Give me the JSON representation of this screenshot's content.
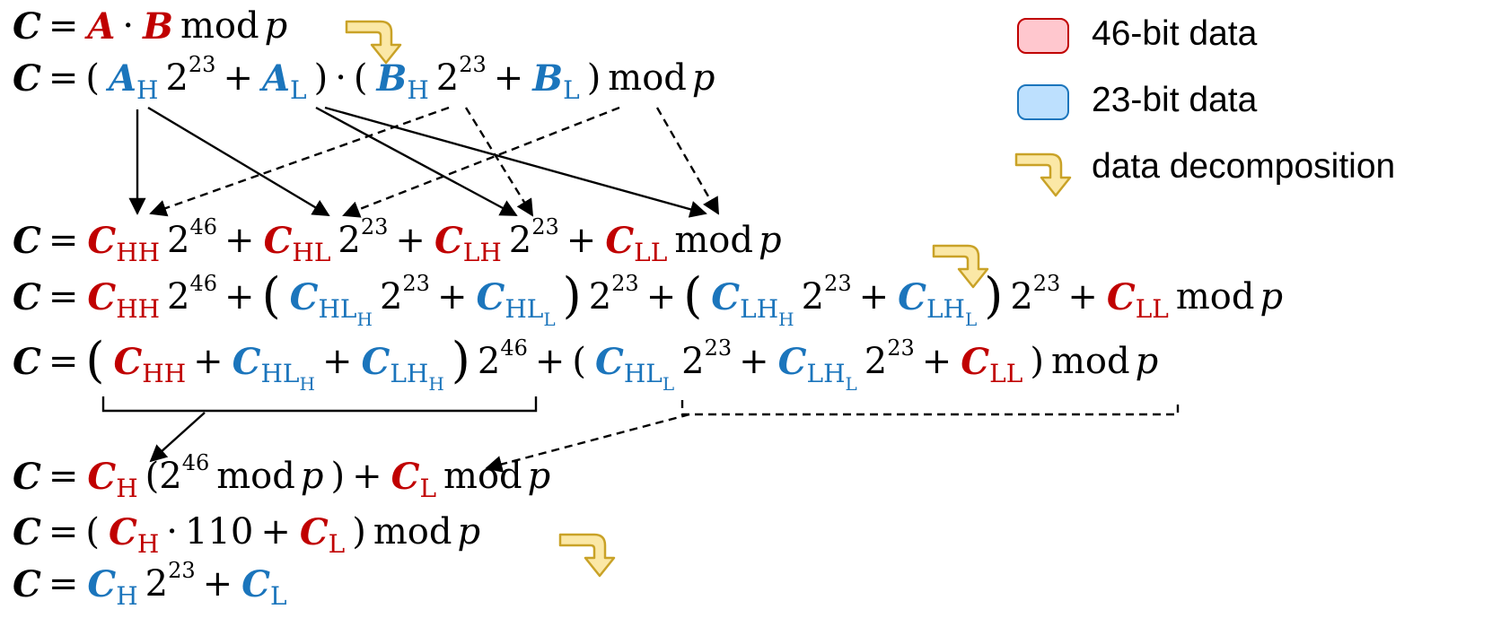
{
  "colors": {
    "red": "#C00000",
    "blue": "#1B75BC",
    "black": "#000000",
    "arrow_fill": "#FBE8A6",
    "arrow_stroke": "#C9A227"
  },
  "legend": [
    {
      "label": "46-bit data",
      "fill": "#FFC7CE",
      "stroke": "#C00000"
    },
    {
      "label": "23-bit data",
      "fill": "#BDE0FE",
      "stroke": "#1B75BC"
    },
    {
      "label": "data decomposition",
      "icon": "decomposition-arrow-icon"
    }
  ],
  "equations": [
    [
      {
        "t": "C",
        "s": "b"
      },
      {
        "t": "=",
        "s": "n"
      },
      {
        "t": "A",
        "s": "b",
        "c": "red"
      },
      {
        "t": "·",
        "s": "n"
      },
      {
        "t": "B",
        "s": "b",
        "c": "red"
      },
      {
        "t": "mod",
        "s": "n"
      },
      {
        "t": "p",
        "s": "it"
      }
    ],
    [
      {
        "t": "C",
        "s": "b"
      },
      {
        "t": "=",
        "s": "n"
      },
      {
        "t": "(",
        "s": "n"
      },
      {
        "t": "A",
        "s": "b",
        "c": "blue"
      },
      {
        "t": "H",
        "s": "sub",
        "c": "blue"
      },
      {
        "t": "2",
        "s": "n"
      },
      {
        "t": "23",
        "s": "sup"
      },
      {
        "t": "+",
        "s": "n"
      },
      {
        "t": "A",
        "s": "b",
        "c": "blue"
      },
      {
        "t": "L",
        "s": "sub",
        "c": "blue"
      },
      {
        "t": ")",
        "s": "n"
      },
      {
        "t": "·",
        "s": "n"
      },
      {
        "t": "(",
        "s": "n"
      },
      {
        "t": "B",
        "s": "b",
        "c": "blue"
      },
      {
        "t": "H",
        "s": "sub",
        "c": "blue"
      },
      {
        "t": "2",
        "s": "n"
      },
      {
        "t": "23",
        "s": "sup"
      },
      {
        "t": "+",
        "s": "n"
      },
      {
        "t": "B",
        "s": "b",
        "c": "blue"
      },
      {
        "t": "L",
        "s": "sub",
        "c": "blue"
      },
      {
        "t": ")",
        "s": "n"
      },
      {
        "t": "mod",
        "s": "n"
      },
      {
        "t": "p",
        "s": "it"
      }
    ],
    [
      {
        "t": "C",
        "s": "b"
      },
      {
        "t": "=",
        "s": "n"
      },
      {
        "t": "C",
        "s": "b",
        "c": "red"
      },
      {
        "t": "HH",
        "s": "sub",
        "c": "red"
      },
      {
        "t": "2",
        "s": "n"
      },
      {
        "t": "46",
        "s": "sup"
      },
      {
        "t": "+",
        "s": "n"
      },
      {
        "t": "C",
        "s": "b",
        "c": "red"
      },
      {
        "t": "HL",
        "s": "sub",
        "c": "red"
      },
      {
        "t": "2",
        "s": "n"
      },
      {
        "t": "23",
        "s": "sup"
      },
      {
        "t": "+",
        "s": "n"
      },
      {
        "t": "C",
        "s": "b",
        "c": "red"
      },
      {
        "t": "LH",
        "s": "sub",
        "c": "red"
      },
      {
        "t": "2",
        "s": "n"
      },
      {
        "t": "23",
        "s": "sup"
      },
      {
        "t": "+",
        "s": "n"
      },
      {
        "t": "C",
        "s": "b",
        "c": "red"
      },
      {
        "t": "LL",
        "s": "sub",
        "c": "red"
      },
      {
        "t": "mod",
        "s": "n"
      },
      {
        "t": "p",
        "s": "it"
      }
    ],
    [
      {
        "t": "C",
        "s": "b"
      },
      {
        "t": "=",
        "s": "n"
      },
      {
        "t": "C",
        "s": "b",
        "c": "red"
      },
      {
        "t": "HH",
        "s": "sub",
        "c": "red"
      },
      {
        "t": "2",
        "s": "n"
      },
      {
        "t": "46",
        "s": "sup"
      },
      {
        "t": "+",
        "s": "n"
      },
      {
        "t": "(",
        "s": "big"
      },
      {
        "t": "C",
        "s": "b",
        "c": "blue"
      },
      {
        "t": "HL",
        "s": "sub",
        "c": "blue"
      },
      {
        "t": "H",
        "s": "ss",
        "c": "blue"
      },
      {
        "t": "2",
        "s": "n"
      },
      {
        "t": "23",
        "s": "sup"
      },
      {
        "t": "+",
        "s": "n"
      },
      {
        "t": "C",
        "s": "b",
        "c": "blue"
      },
      {
        "t": "HL",
        "s": "sub",
        "c": "blue"
      },
      {
        "t": "L",
        "s": "ss",
        "c": "blue"
      },
      {
        "t": ")",
        "s": "big"
      },
      {
        "t": "2",
        "s": "n"
      },
      {
        "t": "23",
        "s": "sup"
      },
      {
        "t": "+",
        "s": "n"
      },
      {
        "t": "(",
        "s": "big"
      },
      {
        "t": "C",
        "s": "b",
        "c": "blue"
      },
      {
        "t": "LH",
        "s": "sub",
        "c": "blue"
      },
      {
        "t": "H",
        "s": "ss",
        "c": "blue"
      },
      {
        "t": "2",
        "s": "n"
      },
      {
        "t": "23",
        "s": "sup"
      },
      {
        "t": "+",
        "s": "n"
      },
      {
        "t": "C",
        "s": "b",
        "c": "blue"
      },
      {
        "t": "LH",
        "s": "sub",
        "c": "blue"
      },
      {
        "t": "L",
        "s": "ss",
        "c": "blue"
      },
      {
        "t": ")",
        "s": "big"
      },
      {
        "t": "2",
        "s": "n"
      },
      {
        "t": "23",
        "s": "sup"
      },
      {
        "t": "+",
        "s": "n"
      },
      {
        "t": "C",
        "s": "b",
        "c": "red"
      },
      {
        "t": "LL",
        "s": "sub",
        "c": "red"
      },
      {
        "t": "mod",
        "s": "n"
      },
      {
        "t": "p",
        "s": "it"
      }
    ],
    [
      {
        "t": "C",
        "s": "b"
      },
      {
        "t": "=",
        "s": "n"
      },
      {
        "t": "(",
        "s": "big"
      },
      {
        "t": "C",
        "s": "b",
        "c": "red"
      },
      {
        "t": "HH",
        "s": "sub",
        "c": "red"
      },
      {
        "t": "+",
        "s": "n"
      },
      {
        "t": "C",
        "s": "b",
        "c": "blue"
      },
      {
        "t": "HL",
        "s": "sub",
        "c": "blue"
      },
      {
        "t": "H",
        "s": "ss",
        "c": "blue"
      },
      {
        "t": "+",
        "s": "n"
      },
      {
        "t": "C",
        "s": "b",
        "c": "blue"
      },
      {
        "t": "LH",
        "s": "sub",
        "c": "blue"
      },
      {
        "t": "H",
        "s": "ss",
        "c": "blue"
      },
      {
        "t": ")",
        "s": "big"
      },
      {
        "t": "2",
        "s": "n"
      },
      {
        "t": "46",
        "s": "sup"
      },
      {
        "t": "+",
        "s": "n"
      },
      {
        "t": "(",
        "s": "n"
      },
      {
        "t": "C",
        "s": "b",
        "c": "blue"
      },
      {
        "t": "HL",
        "s": "sub",
        "c": "blue"
      },
      {
        "t": "L",
        "s": "ss",
        "c": "blue"
      },
      {
        "t": "2",
        "s": "n"
      },
      {
        "t": "23",
        "s": "sup"
      },
      {
        "t": "+",
        "s": "n"
      },
      {
        "t": "C",
        "s": "b",
        "c": "blue"
      },
      {
        "t": "LH",
        "s": "sub",
        "c": "blue"
      },
      {
        "t": "L",
        "s": "ss",
        "c": "blue"
      },
      {
        "t": "2",
        "s": "n"
      },
      {
        "t": "23",
        "s": "sup"
      },
      {
        "t": "+",
        "s": "n"
      },
      {
        "t": "C",
        "s": "b",
        "c": "red"
      },
      {
        "t": "LL",
        "s": "sub",
        "c": "red"
      },
      {
        "t": ")",
        "s": "n"
      },
      {
        "t": "mod",
        "s": "n"
      },
      {
        "t": "p",
        "s": "it"
      }
    ],
    [
      {
        "t": "C",
        "s": "b"
      },
      {
        "t": "=",
        "s": "n"
      },
      {
        "t": "C",
        "s": "b",
        "c": "red"
      },
      {
        "t": "H",
        "s": "sub",
        "c": "red"
      },
      {
        "t": "(2",
        "s": "n"
      },
      {
        "t": "46",
        "s": "sup"
      },
      {
        "t": "mod",
        "s": "n"
      },
      {
        "t": "p",
        "s": "it"
      },
      {
        "t": ")",
        "s": "n"
      },
      {
        "t": "+",
        "s": "n"
      },
      {
        "t": "C",
        "s": "b",
        "c": "red"
      },
      {
        "t": "L",
        "s": "sub",
        "c": "red"
      },
      {
        "t": "mod",
        "s": "n"
      },
      {
        "t": "p",
        "s": "it"
      }
    ],
    [
      {
        "t": "C",
        "s": "b"
      },
      {
        "t": "=",
        "s": "n"
      },
      {
        "t": "(",
        "s": "n"
      },
      {
        "t": "C",
        "s": "b",
        "c": "red"
      },
      {
        "t": "H",
        "s": "sub",
        "c": "red"
      },
      {
        "t": "·",
        "s": "n"
      },
      {
        "t": "110",
        "s": "n"
      },
      {
        "t": "+",
        "s": "n"
      },
      {
        "t": "C",
        "s": "b",
        "c": "red"
      },
      {
        "t": "L",
        "s": "sub",
        "c": "red"
      },
      {
        "t": ")",
        "s": "n"
      },
      {
        "t": "mod",
        "s": "n"
      },
      {
        "t": "p",
        "s": "it"
      }
    ],
    [
      {
        "t": "C",
        "s": "b"
      },
      {
        "t": "=",
        "s": "n"
      },
      {
        "t": "C",
        "s": "b",
        "c": "blue"
      },
      {
        "t": "H",
        "s": "sub",
        "c": "blue"
      },
      {
        "t": "2",
        "s": "n"
      },
      {
        "t": "23",
        "s": "sup"
      },
      {
        "t": "+",
        "s": "n"
      },
      {
        "t": "C",
        "s": "b",
        "c": "blue"
      },
      {
        "t": "L",
        "s": "sub",
        "c": "blue"
      }
    ]
  ]
}
